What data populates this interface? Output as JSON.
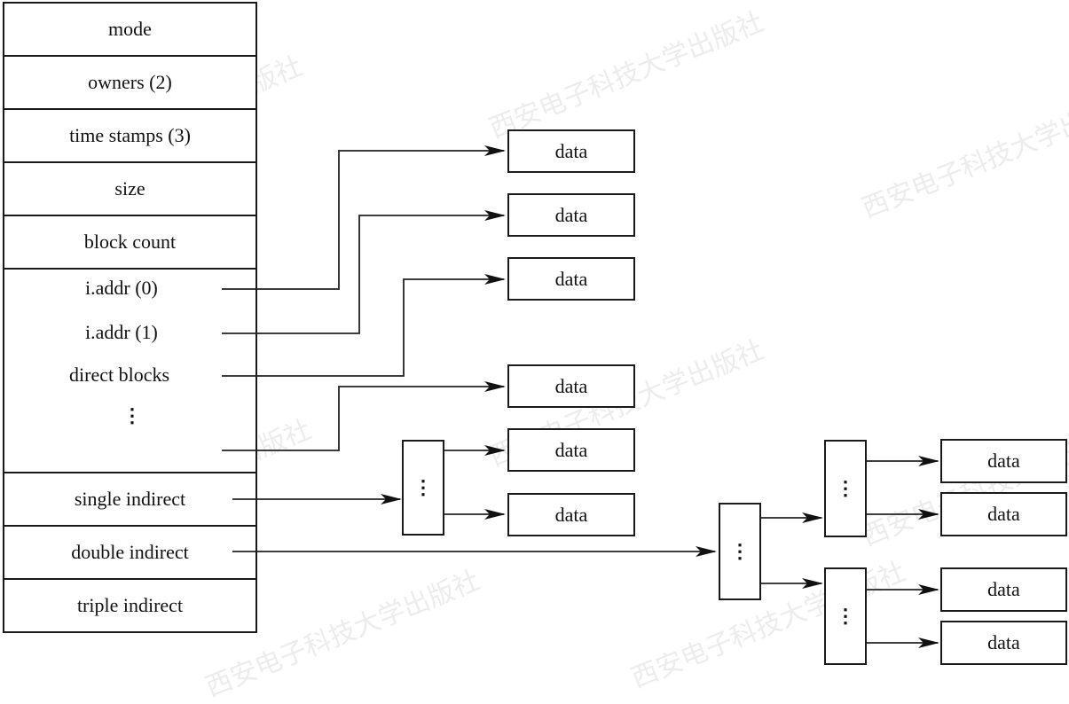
{
  "inode": {
    "mode": "mode",
    "owners": "owners (2)",
    "time_stamps": "time stamps (3)",
    "size": "size",
    "block_count": "block count",
    "addr0": "i.addr (0)",
    "addr1": "i.addr (1)",
    "direct_blocks": "direct blocks",
    "ellipsis": "⋮",
    "single_indirect": "single indirect",
    "double_indirect": "double indirect",
    "triple_indirect": "triple indirect"
  },
  "data_label": "data",
  "ellipsis": "⋮",
  "watermark": "西安电子科技大学出版社"
}
